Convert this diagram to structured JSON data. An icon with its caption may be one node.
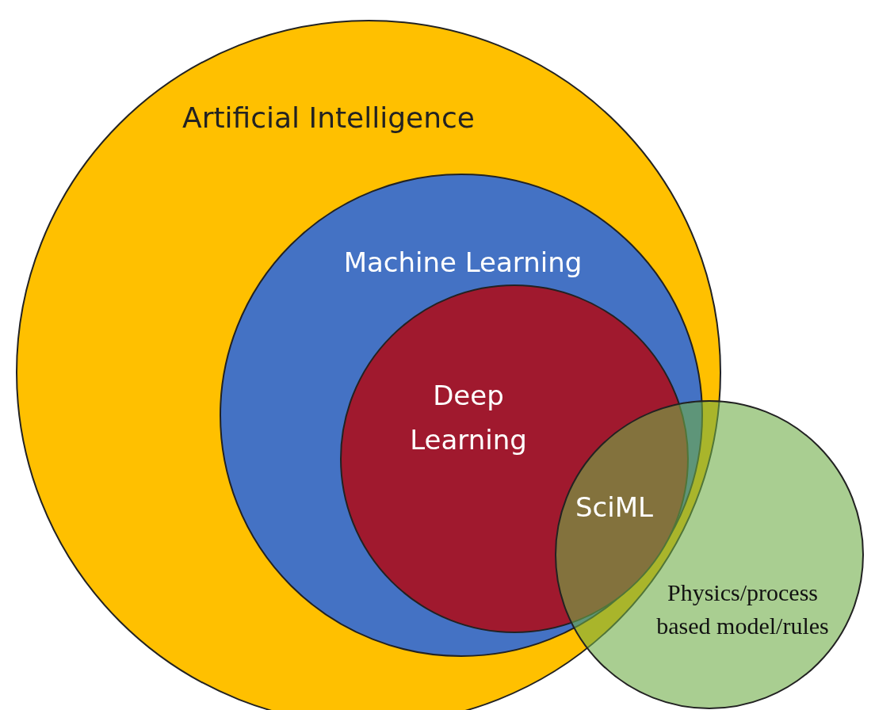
{
  "diagram": {
    "nodes": [
      {
        "text": [
          "Artificial Intelligence"
        ]
      },
      {
        "text": [
          "Machine Learning"
        ],
        "in": 0
      },
      {
        "text": [
          "Deep Learning"
        ],
        "in": 1
      },
      {
        "text": [
          "Physics/process based model/rules"
        ]
      }
    ],
    "labels": [
      "SciML"
    ]
  }
}
